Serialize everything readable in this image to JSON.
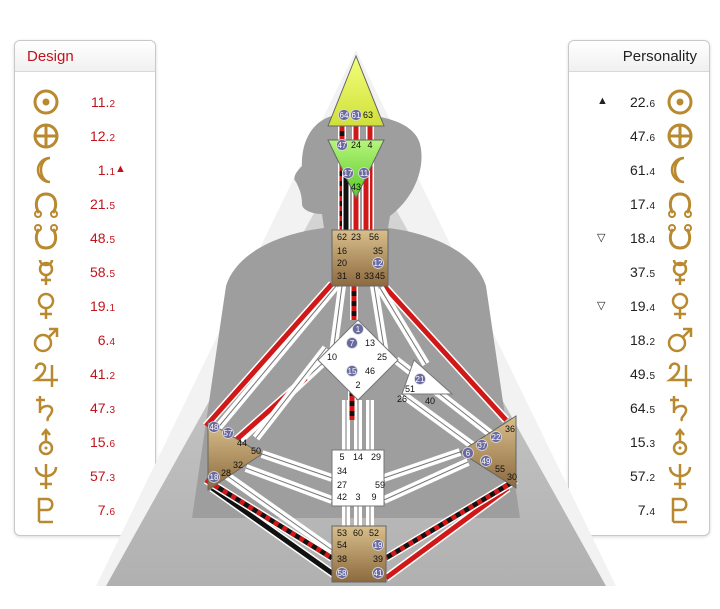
{
  "design": {
    "title": "Design",
    "rows": [
      {
        "planet": "sun-icon",
        "gate": "11",
        "line": "2",
        "arrow": ""
      },
      {
        "planet": "earth-icon",
        "gate": "12",
        "line": "2",
        "arrow": ""
      },
      {
        "planet": "moon-icon",
        "gate": "1",
        "line": "1",
        "arrow": "▲"
      },
      {
        "planet": "north-node-icon",
        "gate": "21",
        "line": "5",
        "arrow": ""
      },
      {
        "planet": "south-node-icon",
        "gate": "48",
        "line": "5",
        "arrow": ""
      },
      {
        "planet": "mercury-icon",
        "gate": "58",
        "line": "5",
        "arrow": ""
      },
      {
        "planet": "venus-icon",
        "gate": "19",
        "line": "1",
        "arrow": ""
      },
      {
        "planet": "mars-icon",
        "gate": "6",
        "line": "4",
        "arrow": ""
      },
      {
        "planet": "jupiter-icon",
        "gate": "41",
        "line": "2",
        "arrow": ""
      },
      {
        "planet": "saturn-icon",
        "gate": "47",
        "line": "3",
        "arrow": ""
      },
      {
        "planet": "uranus-icon",
        "gate": "15",
        "line": "6",
        "arrow": ""
      },
      {
        "planet": "neptune-icon",
        "gate": "57",
        "line": "3",
        "arrow": ""
      },
      {
        "planet": "pluto-icon",
        "gate": "7",
        "line": "6",
        "arrow": ""
      }
    ]
  },
  "personality": {
    "title": "Personality",
    "rows": [
      {
        "planet": "sun-icon",
        "gate": "22",
        "line": "6",
        "arrow": "▲"
      },
      {
        "planet": "earth-icon",
        "gate": "47",
        "line": "6",
        "arrow": ""
      },
      {
        "planet": "moon-icon",
        "gate": "61",
        "line": "4",
        "arrow": ""
      },
      {
        "planet": "north-node-icon",
        "gate": "17",
        "line": "4",
        "arrow": ""
      },
      {
        "planet": "south-node-icon",
        "gate": "18",
        "line": "4",
        "arrow": "▽"
      },
      {
        "planet": "mercury-icon",
        "gate": "37",
        "line": "5",
        "arrow": ""
      },
      {
        "planet": "venus-icon",
        "gate": "19",
        "line": "4",
        "arrow": "▽"
      },
      {
        "planet": "mars-icon",
        "gate": "18",
        "line": "2",
        "arrow": ""
      },
      {
        "planet": "jupiter-icon",
        "gate": "49",
        "line": "5",
        "arrow": ""
      },
      {
        "planet": "saturn-icon",
        "gate": "64",
        "line": "5",
        "arrow": ""
      },
      {
        "planet": "uranus-icon",
        "gate": "15",
        "line": "3",
        "arrow": ""
      },
      {
        "planet": "neptune-icon",
        "gate": "57",
        "line": "2",
        "arrow": ""
      },
      {
        "planet": "pluto-icon",
        "gate": "7",
        "line": "4",
        "arrow": ""
      }
    ]
  },
  "colors": {
    "design_red": "#c0141c",
    "planet_gold": "#b8892e",
    "head_yellow": "#e5f25a",
    "ajna_green": "#8ee04a",
    "center_tan": "#b8956a",
    "gate_active": "#6a6aa0"
  },
  "bodygraph": {
    "head": {
      "gates": [
        "64",
        "61",
        "63"
      ],
      "active": [
        "64",
        "61"
      ]
    },
    "ajna": {
      "gates": [
        "47",
        "24",
        "4",
        "17",
        "11",
        "43"
      ],
      "active": [
        "47",
        "17",
        "11"
      ]
    },
    "throat": {
      "gates": [
        "62",
        "23",
        "56",
        "16",
        "35",
        "20",
        "12",
        "31",
        "8",
        "33",
        "45"
      ],
      "active": [
        "12"
      ]
    },
    "g": {
      "gates": [
        "1",
        "7",
        "13",
        "10",
        "25",
        "15",
        "46",
        "2"
      ],
      "active": [
        "1",
        "7",
        "15"
      ]
    },
    "heart": {
      "gates": [
        "21",
        "51",
        "26",
        "40"
      ],
      "active": [
        "21"
      ]
    },
    "spleen": {
      "gates": [
        "48",
        "57",
        "44",
        "50",
        "28",
        "32",
        "18"
      ],
      "active": [
        "48",
        "57",
        "18"
      ]
    },
    "solar_plexus": {
      "gates": [
        "36",
        "6",
        "37",
        "22",
        "49",
        "55",
        "30"
      ],
      "active": [
        "6",
        "37",
        "22",
        "49"
      ]
    },
    "sacral": {
      "gates": [
        "5",
        "14",
        "29",
        "34",
        "27",
        "59",
        "42",
        "3",
        "9"
      ],
      "active": []
    },
    "root": {
      "gates": [
        "53",
        "60",
        "52",
        "54",
        "19",
        "38",
        "39",
        "58",
        "41"
      ],
      "active": [
        "19",
        "58",
        "41"
      ]
    }
  }
}
